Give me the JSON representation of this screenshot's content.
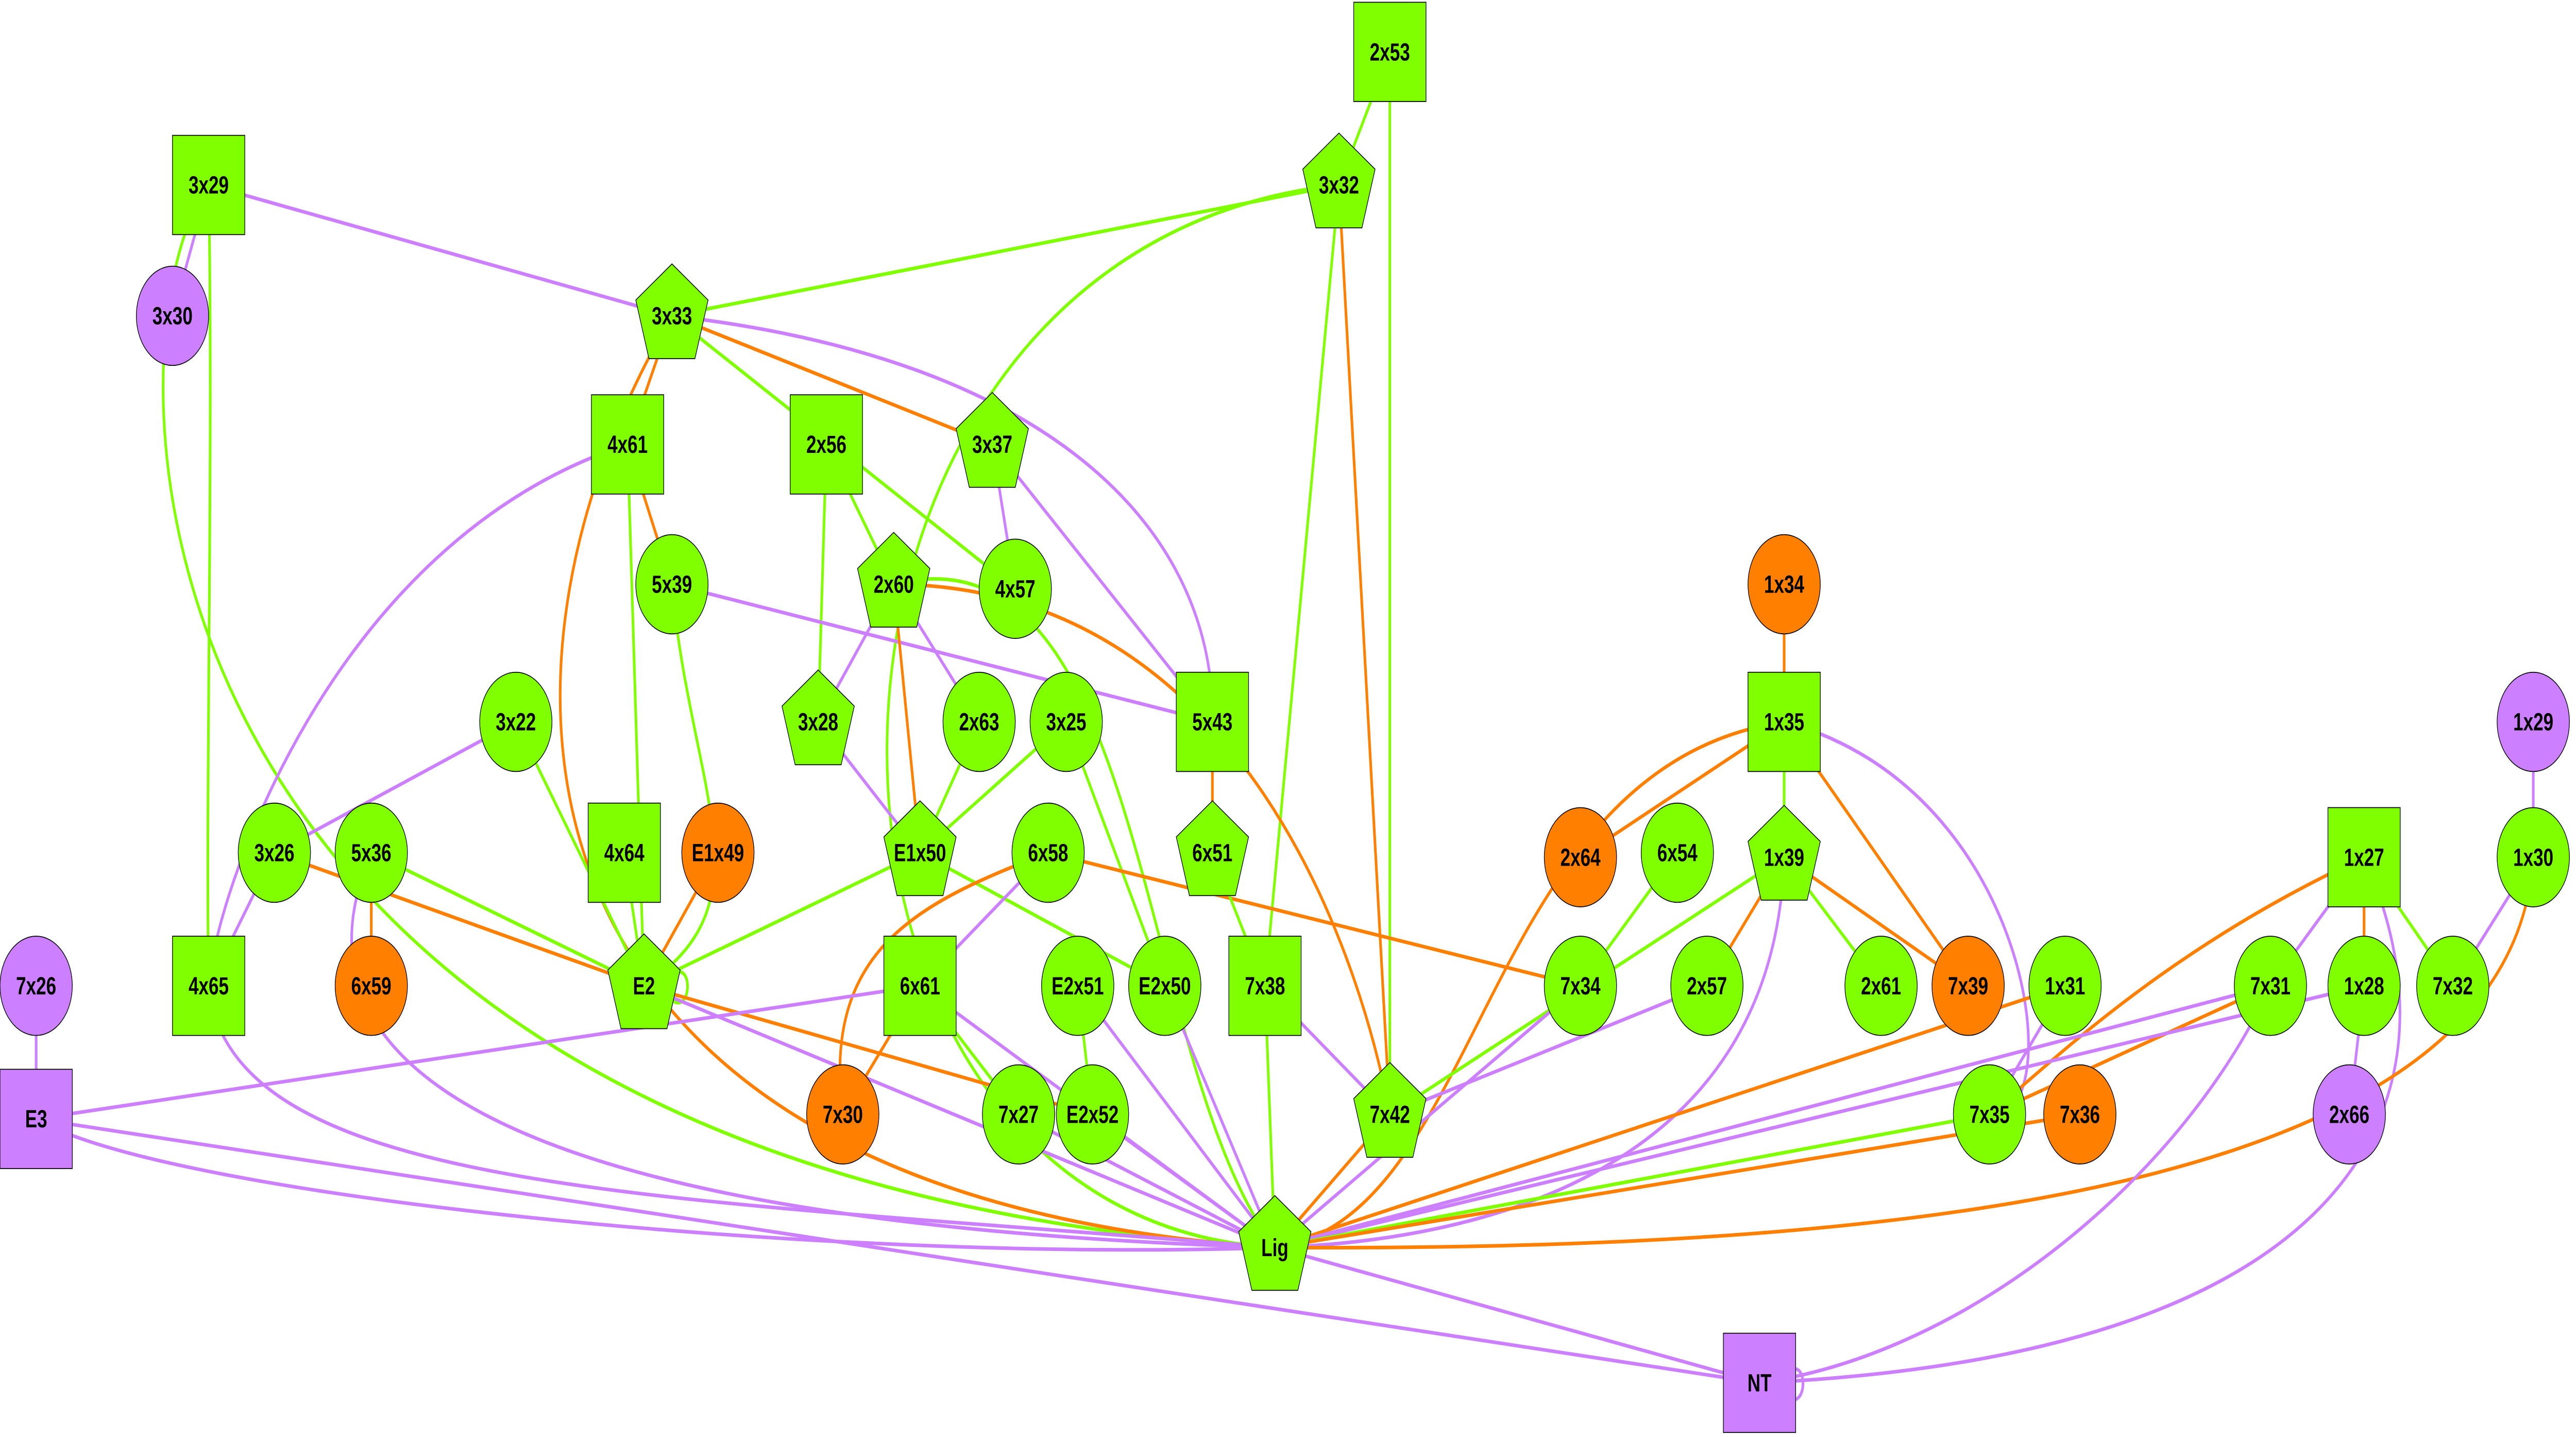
{
  "colors": {
    "green": "#7fff00",
    "orange": "#ff7f00",
    "purple": "#cc80ff"
  },
  "nodes": [
    {
      "id": "2x53",
      "label": "2x53",
      "shape": "square",
      "color": "green"
    },
    {
      "id": "3x32",
      "label": "3x32",
      "shape": "pentagon",
      "color": "green"
    },
    {
      "id": "3x29",
      "label": "3x29",
      "shape": "square",
      "color": "green"
    },
    {
      "id": "3x30",
      "label": "3x30",
      "shape": "circle",
      "color": "purple"
    },
    {
      "id": "3x33",
      "label": "3x33",
      "shape": "pentagon",
      "color": "green"
    },
    {
      "id": "4x61",
      "label": "4x61",
      "shape": "square",
      "color": "green"
    },
    {
      "id": "2x56",
      "label": "2x56",
      "shape": "square",
      "color": "green"
    },
    {
      "id": "3x37",
      "label": "3x37",
      "shape": "pentagon",
      "color": "green"
    },
    {
      "id": "5x39",
      "label": "5x39",
      "shape": "circle",
      "color": "green"
    },
    {
      "id": "2x60",
      "label": "2x60",
      "shape": "pentagon",
      "color": "green"
    },
    {
      "id": "4x57",
      "label": "4x57",
      "shape": "circle",
      "color": "green"
    },
    {
      "id": "1x34",
      "label": "1x34",
      "shape": "circle",
      "color": "orange"
    },
    {
      "id": "3x22",
      "label": "3x22",
      "shape": "circle",
      "color": "green"
    },
    {
      "id": "3x28",
      "label": "3x28",
      "shape": "pentagon",
      "color": "green"
    },
    {
      "id": "2x63",
      "label": "2x63",
      "shape": "circle",
      "color": "green"
    },
    {
      "id": "3x25",
      "label": "3x25",
      "shape": "circle",
      "color": "green"
    },
    {
      "id": "5x43",
      "label": "5x43",
      "shape": "square",
      "color": "green"
    },
    {
      "id": "1x35",
      "label": "1x35",
      "shape": "square",
      "color": "green"
    },
    {
      "id": "1x29",
      "label": "1x29",
      "shape": "circle",
      "color": "purple"
    },
    {
      "id": "3x26",
      "label": "3x26",
      "shape": "circle",
      "color": "green"
    },
    {
      "id": "5x36",
      "label": "5x36",
      "shape": "circle",
      "color": "green"
    },
    {
      "id": "4x64",
      "label": "4x64",
      "shape": "square",
      "color": "green"
    },
    {
      "id": "E1x49",
      "label": "E1x49",
      "shape": "circle",
      "color": "orange"
    },
    {
      "id": "E1x50",
      "label": "E1x50",
      "shape": "pentagon",
      "color": "green"
    },
    {
      "id": "6x58",
      "label": "6x58",
      "shape": "circle",
      "color": "green"
    },
    {
      "id": "6x51",
      "label": "6x51",
      "shape": "pentagon",
      "color": "green"
    },
    {
      "id": "2x64",
      "label": "2x64",
      "shape": "circle",
      "color": "orange"
    },
    {
      "id": "6x54",
      "label": "6x54",
      "shape": "circle",
      "color": "green"
    },
    {
      "id": "1x39",
      "label": "1x39",
      "shape": "pentagon",
      "color": "green"
    },
    {
      "id": "1x27",
      "label": "1x27",
      "shape": "square",
      "color": "green"
    },
    {
      "id": "1x30",
      "label": "1x30",
      "shape": "circle",
      "color": "green"
    },
    {
      "id": "4x65",
      "label": "4x65",
      "shape": "square",
      "color": "green"
    },
    {
      "id": "6x59",
      "label": "6x59",
      "shape": "circle",
      "color": "orange"
    },
    {
      "id": "E2",
      "label": "E2",
      "shape": "pentagon",
      "color": "green"
    },
    {
      "id": "6x61",
      "label": "6x61",
      "shape": "square",
      "color": "green"
    },
    {
      "id": "E2x51",
      "label": "E2x51",
      "shape": "circle",
      "color": "green"
    },
    {
      "id": "E2x50",
      "label": "E2x50",
      "shape": "circle",
      "color": "green"
    },
    {
      "id": "7x38",
      "label": "7x38",
      "shape": "square",
      "color": "green"
    },
    {
      "id": "7x34",
      "label": "7x34",
      "shape": "circle",
      "color": "green"
    },
    {
      "id": "2x57",
      "label": "2x57",
      "shape": "circle",
      "color": "green"
    },
    {
      "id": "2x61",
      "label": "2x61",
      "shape": "circle",
      "color": "green"
    },
    {
      "id": "7x39",
      "label": "7x39",
      "shape": "circle",
      "color": "orange"
    },
    {
      "id": "1x31",
      "label": "1x31",
      "shape": "circle",
      "color": "green"
    },
    {
      "id": "7x31",
      "label": "7x31",
      "shape": "circle",
      "color": "green"
    },
    {
      "id": "1x28",
      "label": "1x28",
      "shape": "circle",
      "color": "green"
    },
    {
      "id": "7x32",
      "label": "7x32",
      "shape": "circle",
      "color": "green"
    },
    {
      "id": "7x26",
      "label": "7x26",
      "shape": "circle",
      "color": "purple"
    },
    {
      "id": "E3",
      "label": "E3",
      "shape": "square",
      "color": "purple"
    },
    {
      "id": "7x30",
      "label": "7x30",
      "shape": "circle",
      "color": "orange"
    },
    {
      "id": "7x27",
      "label": "7x27",
      "shape": "circle",
      "color": "green"
    },
    {
      "id": "E2x52",
      "label": "E2x52",
      "shape": "circle",
      "color": "green"
    },
    {
      "id": "7x42",
      "label": "7x42",
      "shape": "pentagon",
      "color": "green"
    },
    {
      "id": "7x35",
      "label": "7x35",
      "shape": "circle",
      "color": "green"
    },
    {
      "id": "7x36",
      "label": "7x36",
      "shape": "circle",
      "color": "orange"
    },
    {
      "id": "2x66",
      "label": "2x66",
      "shape": "circle",
      "color": "purple"
    },
    {
      "id": "Lig",
      "label": "Lig",
      "shape": "pentagon",
      "color": "green"
    },
    {
      "id": "NT",
      "label": "NT",
      "shape": "square",
      "color": "purple"
    }
  ],
  "edges": [
    [
      "2x53",
      "3x32",
      "green"
    ],
    [
      "2x53",
      "7x42",
      "green"
    ],
    [
      "3x32",
      "3x33",
      "green"
    ],
    [
      "3x32",
      "7x38",
      "green"
    ],
    [
      "3x32",
      "7x42",
      "orange"
    ],
    [
      "3x32",
      "Lig",
      "green"
    ],
    [
      "3x29",
      "3x30",
      "purple"
    ],
    [
      "3x29",
      "3x33",
      "purple"
    ],
    [
      "3x29",
      "4x65",
      "green"
    ],
    [
      "3x29",
      "Lig",
      "green"
    ],
    [
      "3x33",
      "4x61",
      "orange"
    ],
    [
      "3x33",
      "3x37",
      "orange"
    ],
    [
      "3x33",
      "4x57",
      "green"
    ],
    [
      "3x33",
      "5x43",
      "purple"
    ],
    [
      "3x33",
      "Lig",
      "orange"
    ],
    [
      "4x61",
      "5x39",
      "orange"
    ],
    [
      "4x61",
      "4x65",
      "purple"
    ],
    [
      "4x61",
      "E2",
      "green"
    ],
    [
      "2x56",
      "3x28",
      "green"
    ],
    [
      "2x56",
      "2x60",
      "green"
    ],
    [
      "3x37",
      "4x57",
      "purple"
    ],
    [
      "3x37",
      "5x43",
      "purple"
    ],
    [
      "5x39",
      "5x43",
      "purple"
    ],
    [
      "5x39",
      "E2",
      "green"
    ],
    [
      "2x60",
      "3x28",
      "purple"
    ],
    [
      "2x60",
      "2x63",
      "purple"
    ],
    [
      "2x60",
      "E1x50",
      "orange"
    ],
    [
      "2x60",
      "7x42",
      "orange"
    ],
    [
      "2x60",
      "Lig",
      "green"
    ],
    [
      "1x34",
      "1x35",
      "orange"
    ],
    [
      "3x22",
      "3x26",
      "purple"
    ],
    [
      "3x22",
      "E2",
      "green"
    ],
    [
      "3x28",
      "E1x50",
      "purple"
    ],
    [
      "2x63",
      "E1x50",
      "green"
    ],
    [
      "3x25",
      "E1x50",
      "green"
    ],
    [
      "3x25",
      "E2x50",
      "green"
    ],
    [
      "5x43",
      "6x51",
      "orange"
    ],
    [
      "1x35",
      "2x64",
      "orange"
    ],
    [
      "1x35",
      "1x39",
      "green"
    ],
    [
      "1x35",
      "7x39",
      "orange"
    ],
    [
      "1x35",
      "Lig",
      "orange"
    ],
    [
      "1x35",
      "7x35",
      "purple"
    ],
    [
      "1x29",
      "1x30",
      "purple"
    ],
    [
      "3x26",
      "4x65",
      "purple"
    ],
    [
      "3x26",
      "E2",
      "orange"
    ],
    [
      "5x36",
      "6x59",
      "orange"
    ],
    [
      "5x36",
      "E2",
      "green"
    ],
    [
      "5x36",
      "Lig",
      "purple"
    ],
    [
      "4x64",
      "E2",
      "green"
    ],
    [
      "E1x49",
      "E2",
      "orange"
    ],
    [
      "E1x50",
      "E2",
      "green"
    ],
    [
      "E1x50",
      "E2x50",
      "green"
    ],
    [
      "6x58",
      "6x61",
      "purple"
    ],
    [
      "6x58",
      "7x34",
      "orange"
    ],
    [
      "6x58",
      "7x30",
      "orange"
    ],
    [
      "6x51",
      "7x38",
      "green"
    ],
    [
      "6x54",
      "7x34",
      "green"
    ],
    [
      "1x39",
      "7x42",
      "green"
    ],
    [
      "1x39",
      "2x57",
      "orange"
    ],
    [
      "1x39",
      "2x61",
      "green"
    ],
    [
      "1x39",
      "7x39",
      "orange"
    ],
    [
      "1x39",
      "Lig",
      "purple"
    ],
    [
      "1x27",
      "7x35",
      "orange"
    ],
    [
      "1x27",
      "7x31",
      "purple"
    ],
    [
      "1x27",
      "1x28",
      "orange"
    ],
    [
      "1x27",
      "7x32",
      "green"
    ],
    [
      "1x27",
      "NT",
      "purple"
    ],
    [
      "1x30",
      "7x32",
      "purple"
    ],
    [
      "1x30",
      "Lig",
      "orange"
    ],
    [
      "4x65",
      "Lig",
      "purple"
    ],
    [
      "E2",
      "E2",
      "green"
    ],
    [
      "E2",
      "E2x52",
      "orange"
    ],
    [
      "E2",
      "Lig",
      "purple"
    ],
    [
      "E3",
      "6x61",
      "purple"
    ],
    [
      "6x61",
      "7x30",
      "orange"
    ],
    [
      "6x61",
      "7x27",
      "green"
    ],
    [
      "6x61",
      "Lig",
      "purple"
    ],
    [
      "E2x51",
      "E2x52",
      "green"
    ],
    [
      "E2x51",
      "Lig",
      "purple"
    ],
    [
      "E2x50",
      "Lig",
      "purple"
    ],
    [
      "7x38",
      "7x42",
      "purple"
    ],
    [
      "7x38",
      "Lig",
      "green"
    ],
    [
      "7x34",
      "Lig",
      "purple"
    ],
    [
      "2x57",
      "7x42",
      "purple"
    ],
    [
      "1x31",
      "7x35",
      "purple"
    ],
    [
      "1x31",
      "Lig",
      "orange"
    ],
    [
      "7x31",
      "7x35",
      "orange"
    ],
    [
      "7x31",
      "Lig",
      "purple"
    ],
    [
      "7x31",
      "NT",
      "purple"
    ],
    [
      "1x28",
      "2x66",
      "purple"
    ],
    [
      "1x28",
      "Lig",
      "purple"
    ],
    [
      "7x26",
      "E3",
      "purple"
    ],
    [
      "E3",
      "Lig",
      "purple"
    ],
    [
      "E3",
      "NT",
      "purple"
    ],
    [
      "7x27",
      "Lig",
      "purple"
    ],
    [
      "E2x52",
      "Lig",
      "purple"
    ],
    [
      "7x42",
      "Lig",
      "orange"
    ],
    [
      "7x35",
      "Lig",
      "green"
    ],
    [
      "7x36",
      "Lig",
      "orange"
    ],
    [
      "Lig",
      "NT",
      "purple"
    ],
    [
      "NT",
      "NT",
      "purple"
    ]
  ]
}
